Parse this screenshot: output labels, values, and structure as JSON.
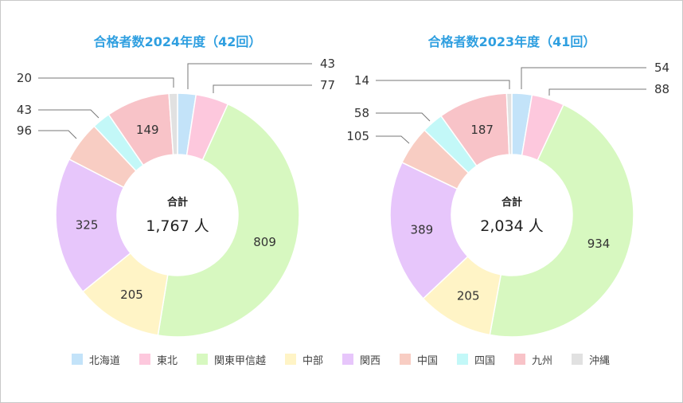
{
  "legend": [
    "北海道",
    "東北",
    "関東甲信越",
    "中部",
    "関西",
    "中国",
    "四国",
    "九州",
    "沖縄"
  ],
  "colors": [
    "#c3e3f9",
    "#fdc8dd",
    "#d7f8c0",
    "#fff4c6",
    "#e7c6fb",
    "#f8cdc3",
    "#c3f8f8",
    "#f8c3c8",
    "#e1e1e1"
  ],
  "chart_data": [
    {
      "type": "pie",
      "title": "合格者数2024年度（42回）",
      "categories": [
        "北海道",
        "東北",
        "関東甲信越",
        "中部",
        "関西",
        "中国",
        "四国",
        "九州",
        "沖縄"
      ],
      "values": [
        43,
        77,
        809,
        205,
        325,
        96,
        43,
        149,
        20
      ],
      "labels": [
        "43",
        "77",
        "809",
        "205",
        "325",
        "96",
        "43",
        "149",
        "20"
      ],
      "center_label": "合計",
      "total_label": "1,767 人"
    },
    {
      "type": "pie",
      "title": "合格者数2023年度（41回）",
      "categories": [
        "北海道",
        "東北",
        "関東甲信越",
        "中部",
        "関西",
        "中国",
        "四国",
        "九州",
        "沖縄"
      ],
      "values": [
        54,
        88,
        934,
        205,
        389,
        105,
        58,
        187,
        14
      ],
      "labels": [
        "54",
        "88",
        "934",
        "205",
        "389",
        "105",
        "58",
        "187",
        "14"
      ],
      "center_label": "合計",
      "total_label": "2,034 人"
    }
  ]
}
